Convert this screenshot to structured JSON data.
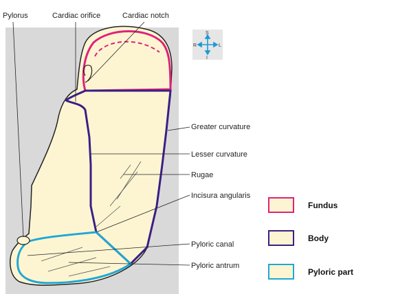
{
  "labels": {
    "pylorus": "Pylorus",
    "cardiac_orifice": "Cardiac orifice",
    "cardiac_notch": "Cardiac notch",
    "greater_curvature": "Greater curvature",
    "lesser_curvature": "Lesser curvature",
    "rugae": "Rugae",
    "incisura_angularis": "Incisura angularis",
    "pyloric_canal": "Pyloric canal",
    "pyloric_antrum": "Pyloric antrum"
  },
  "compass": {
    "superior": "S",
    "inferior": "I",
    "right": "R",
    "left": "L"
  },
  "legend": [
    {
      "label": "Fundus",
      "color": "#e0217a"
    },
    {
      "label": "Body",
      "color": "#3a1f86"
    },
    {
      "label": "Pyloric part",
      "color": "#21a7d4"
    }
  ],
  "colors": {
    "panel": "#d9d9d9",
    "stomach_fill": "#fdf5d2",
    "outline": "#222222"
  }
}
